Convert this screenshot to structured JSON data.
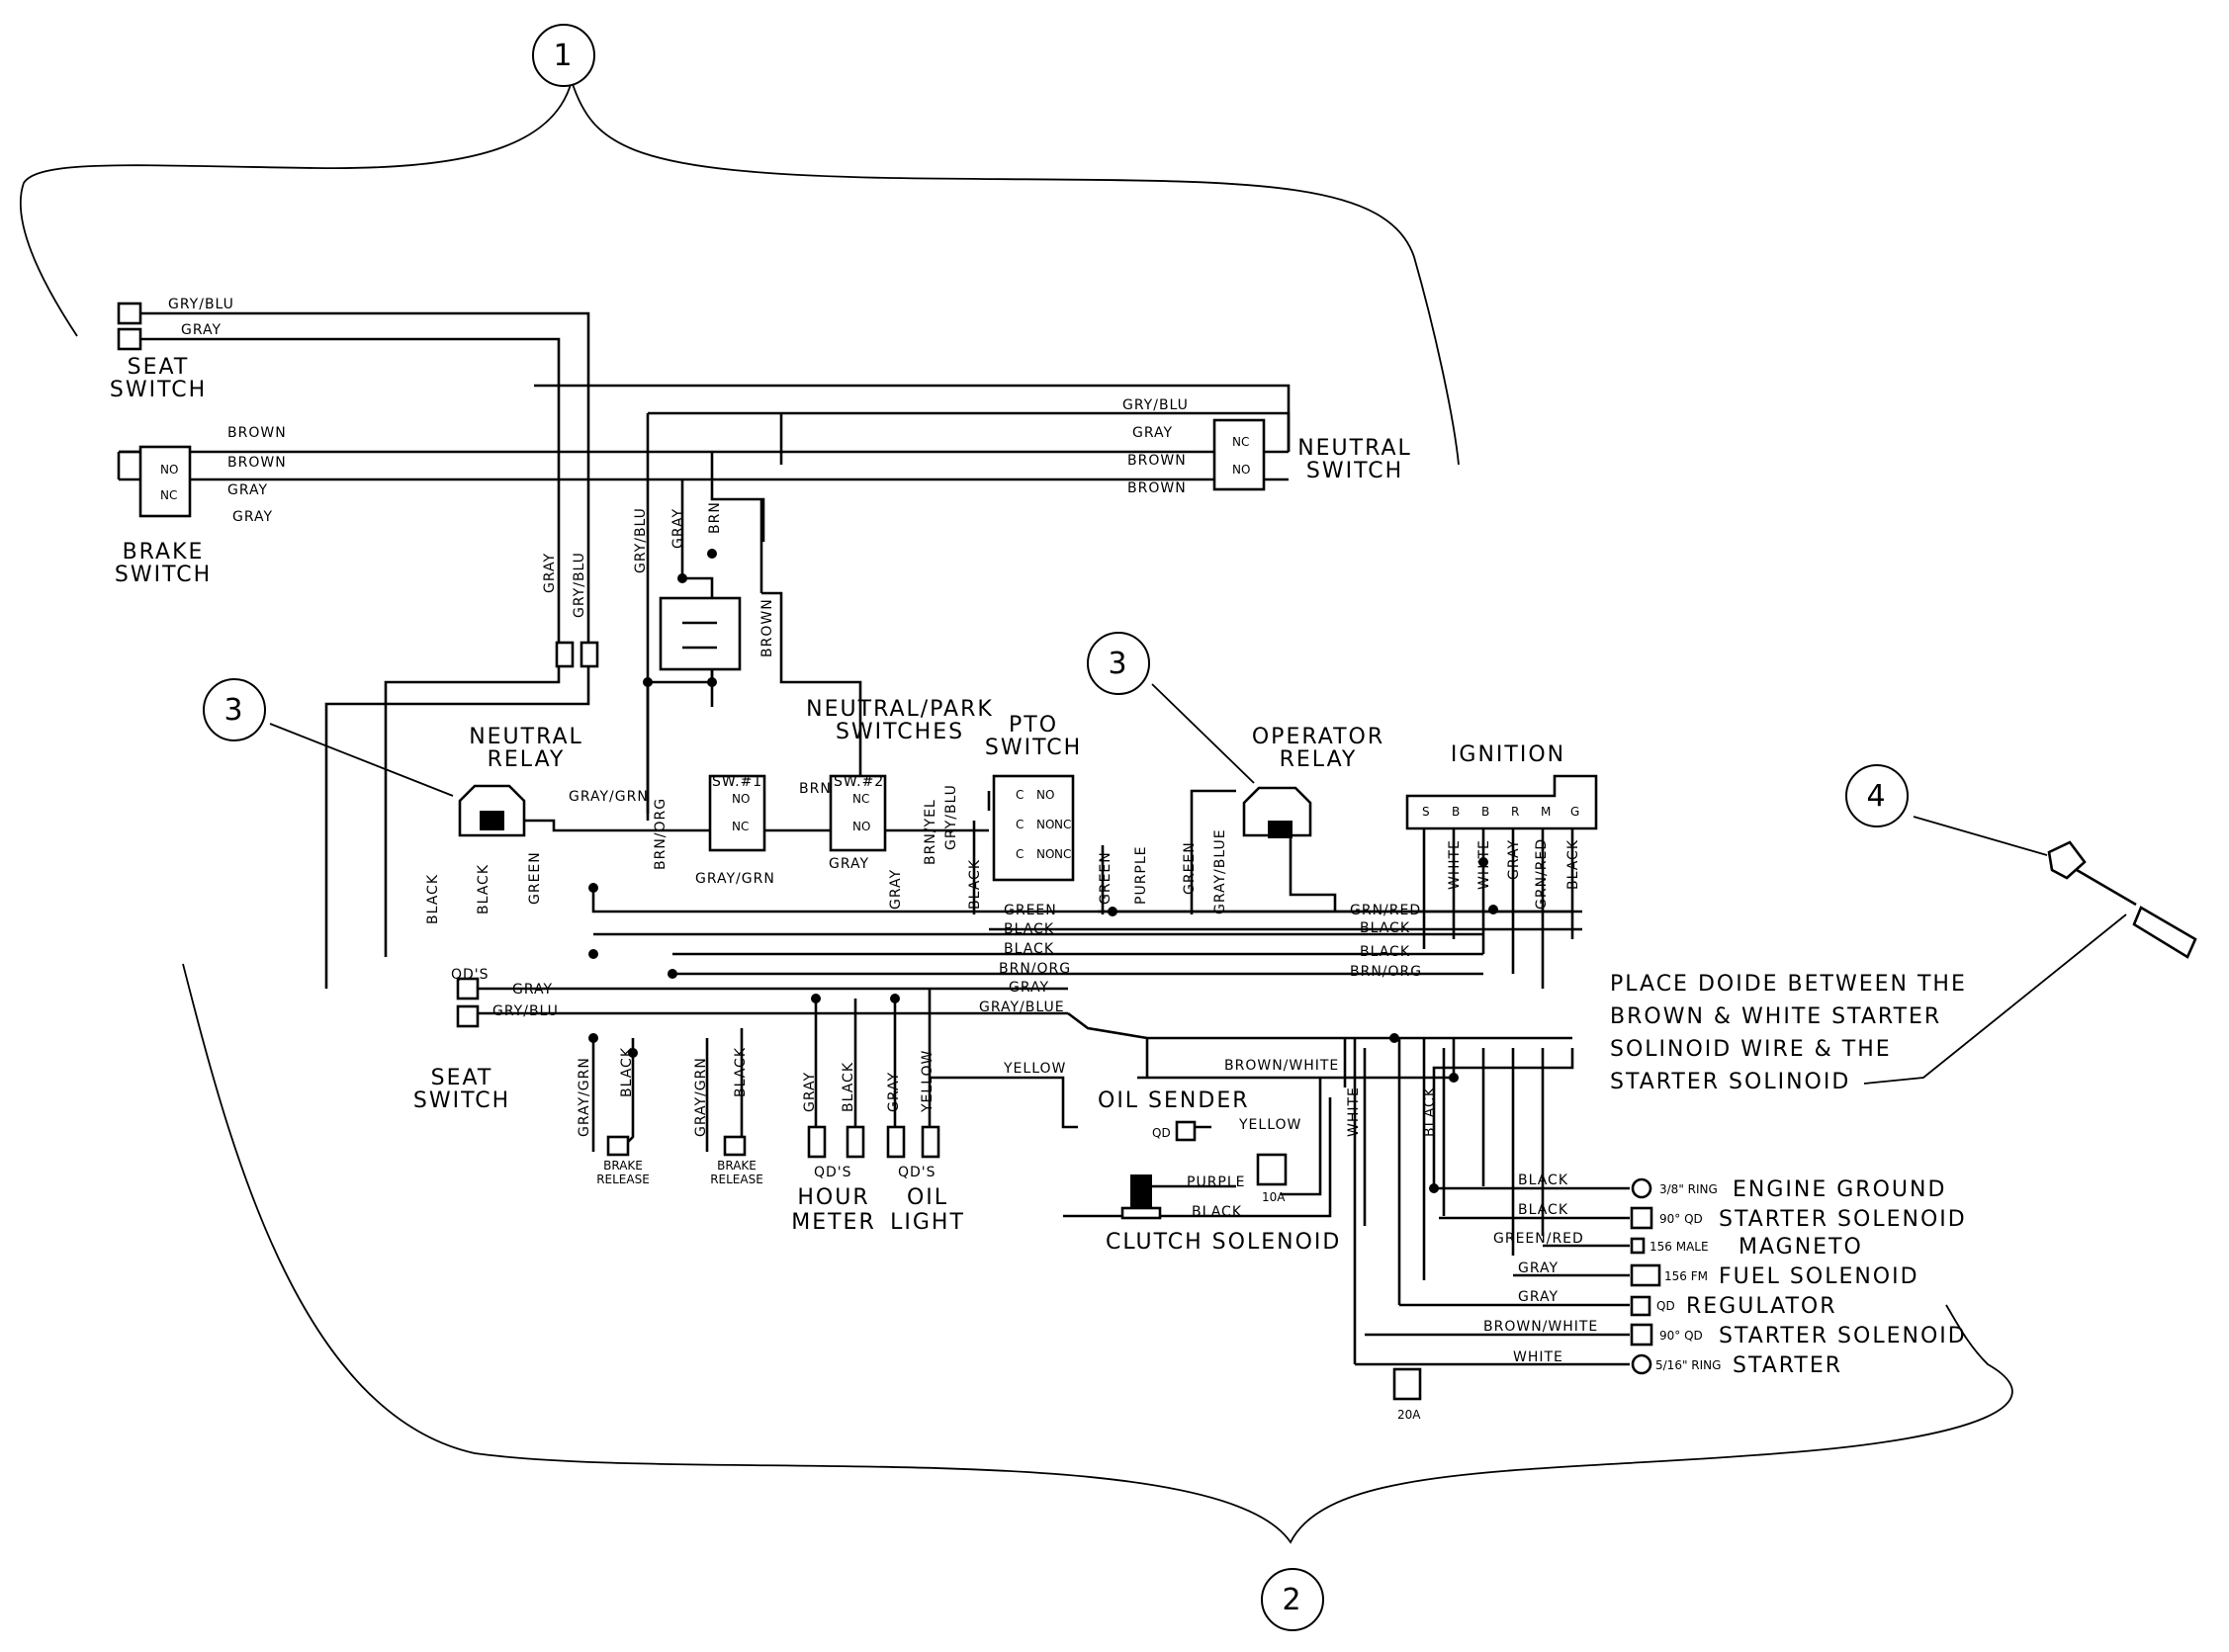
{
  "callouts": {
    "c1": "1",
    "c2": "2",
    "c3a": "3",
    "c3b": "3",
    "c4": "4"
  },
  "components": {
    "seat_switch_top": "SEAT\nSWITCH",
    "brake_switch": "BRAKE\nSWITCH",
    "neutral_switch": "NEUTRAL\nSWITCH",
    "neutral_relay": "NEUTRAL\nRELAY",
    "neutral_park_switches": "NEUTRAL/PARK\nSWITCHES",
    "pto_switch": "PTO\nSWITCH",
    "operator_relay": "OPERATOR\nRELAY",
    "ignition": "IGNITION",
    "seat_switch_bottom": "SEAT\nSWITCH",
    "hour_meter": "HOUR\nMETER",
    "oil_light": "OIL\nLIGHT",
    "oil_sender": "OIL SENDER",
    "clutch_solenoid": "CLUTCH SOLENOID",
    "sw1": "SW.#1",
    "sw2": "SW.#2",
    "brake_release_1": "BRAKE\nRELEASE",
    "brake_release_2": "BRAKE\nRELEASE",
    "qds_seat": "QD'S",
    "qds_hour": "QD'S",
    "qds_oil": "QD'S",
    "qd_oil_sender": "QD",
    "fuse_10a": "10A",
    "fuse_20a": "20A"
  },
  "contacts": {
    "no": "NO",
    "nc": "NC",
    "c": "C"
  },
  "ignition_terminals": [
    "S",
    "B",
    "B",
    "R",
    "M",
    "G"
  ],
  "note": "PLACE DOIDE BETWEEN THE\nBROWN & WHITE STARTER\nSOLINOID WIRE & THE\nSTARTER SOLINOID",
  "wire_labels": {
    "gry_blu": "GRY/BLU",
    "gray": "GRAY",
    "brown": "BROWN",
    "brn": "BRN",
    "gray_blu_v": "GRAY/BLU",
    "gry_blu_v": "GRY/BLU",
    "gray_grn": "GRAY/GRN",
    "brn_org": "BRN/ORG",
    "brn_yel": "BRN/YEL",
    "black": "BLACK",
    "green": "GREEN",
    "purple": "PURPLE",
    "gray_blue": "GRAY/BLUE",
    "grn_red": "GRN/RED",
    "green_red": "GREEN/RED",
    "brown_white": "BROWN/WHITE",
    "white": "WHITE",
    "yellow": "YELLOW"
  },
  "harness_outputs": [
    {
      "wire": "BLACK",
      "terminal": "3/8\" RING",
      "name": "ENGINE GROUND"
    },
    {
      "wire": "BLACK",
      "terminal": "90° QD",
      "name": "STARTER SOLENOID"
    },
    {
      "wire": "GREEN/RED",
      "terminal": "156 MALE",
      "name": "MAGNETO"
    },
    {
      "wire": "GRAY",
      "terminal": "156 FM",
      "name": "FUEL SOLENOID"
    },
    {
      "wire": "GRAY",
      "terminal": "QD",
      "name": "REGULATOR"
    },
    {
      "wire": "BROWN/WHITE",
      "terminal": "90° QD",
      "name": "STARTER SOLENOID"
    },
    {
      "wire": "WHITE",
      "terminal": "5/16\" RING",
      "name": "STARTER"
    }
  ]
}
